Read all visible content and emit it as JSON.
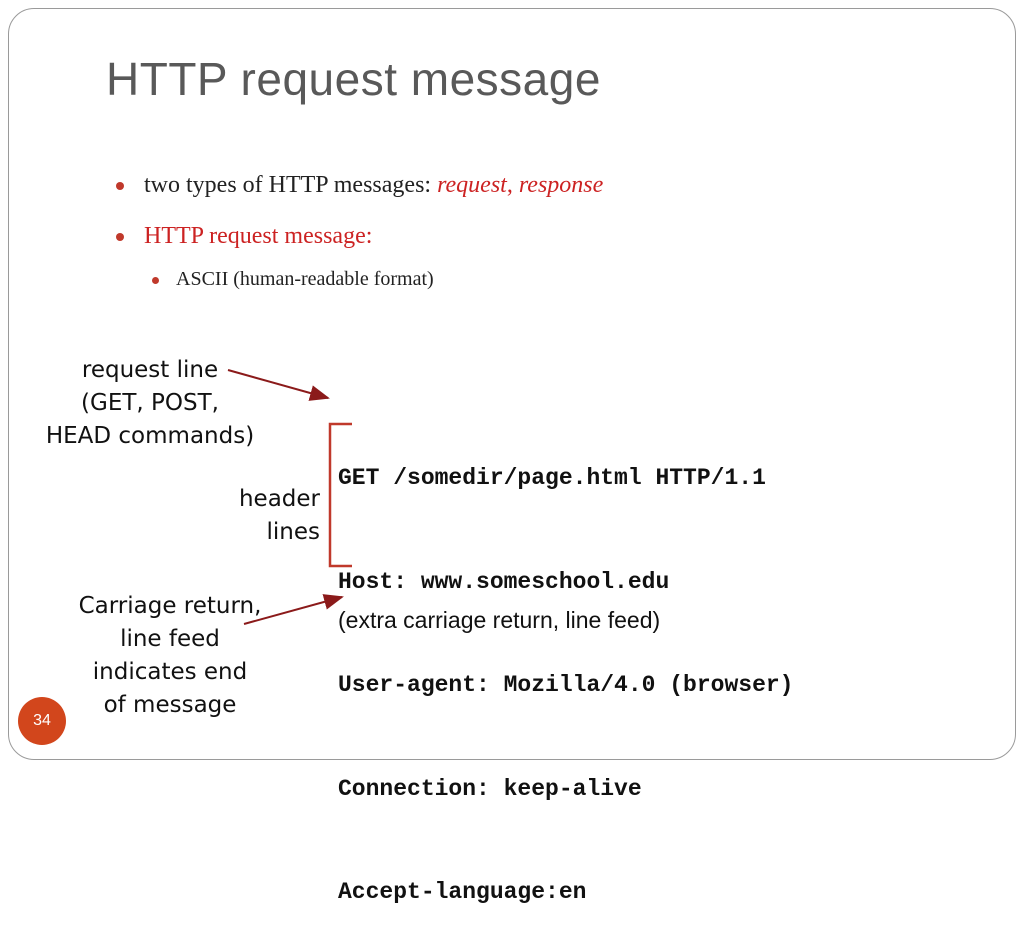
{
  "slide": {
    "title": "HTTP request message",
    "page_number": "34"
  },
  "bullets": {
    "b1_text": "two types of HTTP messages: ",
    "b1_request": "request",
    "b1_comma": ", ",
    "b1_response": "response",
    "b2_text": "HTTP request message:",
    "b3_text": "ASCII (human-readable format)"
  },
  "annotations": {
    "request_line": [
      "request line",
      "(GET, POST,",
      "HEAD commands)"
    ],
    "header_lines": [
      "header",
      "lines"
    ],
    "carriage_return": [
      "Carriage return,",
      "line feed",
      "indicates end",
      "of message"
    ]
  },
  "request": {
    "lines": [
      "GET /somedir/page.html HTTP/1.1",
      "Host: www.someschool.edu",
      "User-agent: Mozilla/4.0 (browser)",
      "Connection: keep-alive",
      "Accept-language:en"
    ],
    "extra": "(extra carriage return, line feed)"
  },
  "colors": {
    "accent": "#cc2222",
    "arrow": "#8b1a1a",
    "page_badge": "#d2461c",
    "title": "#595959"
  }
}
